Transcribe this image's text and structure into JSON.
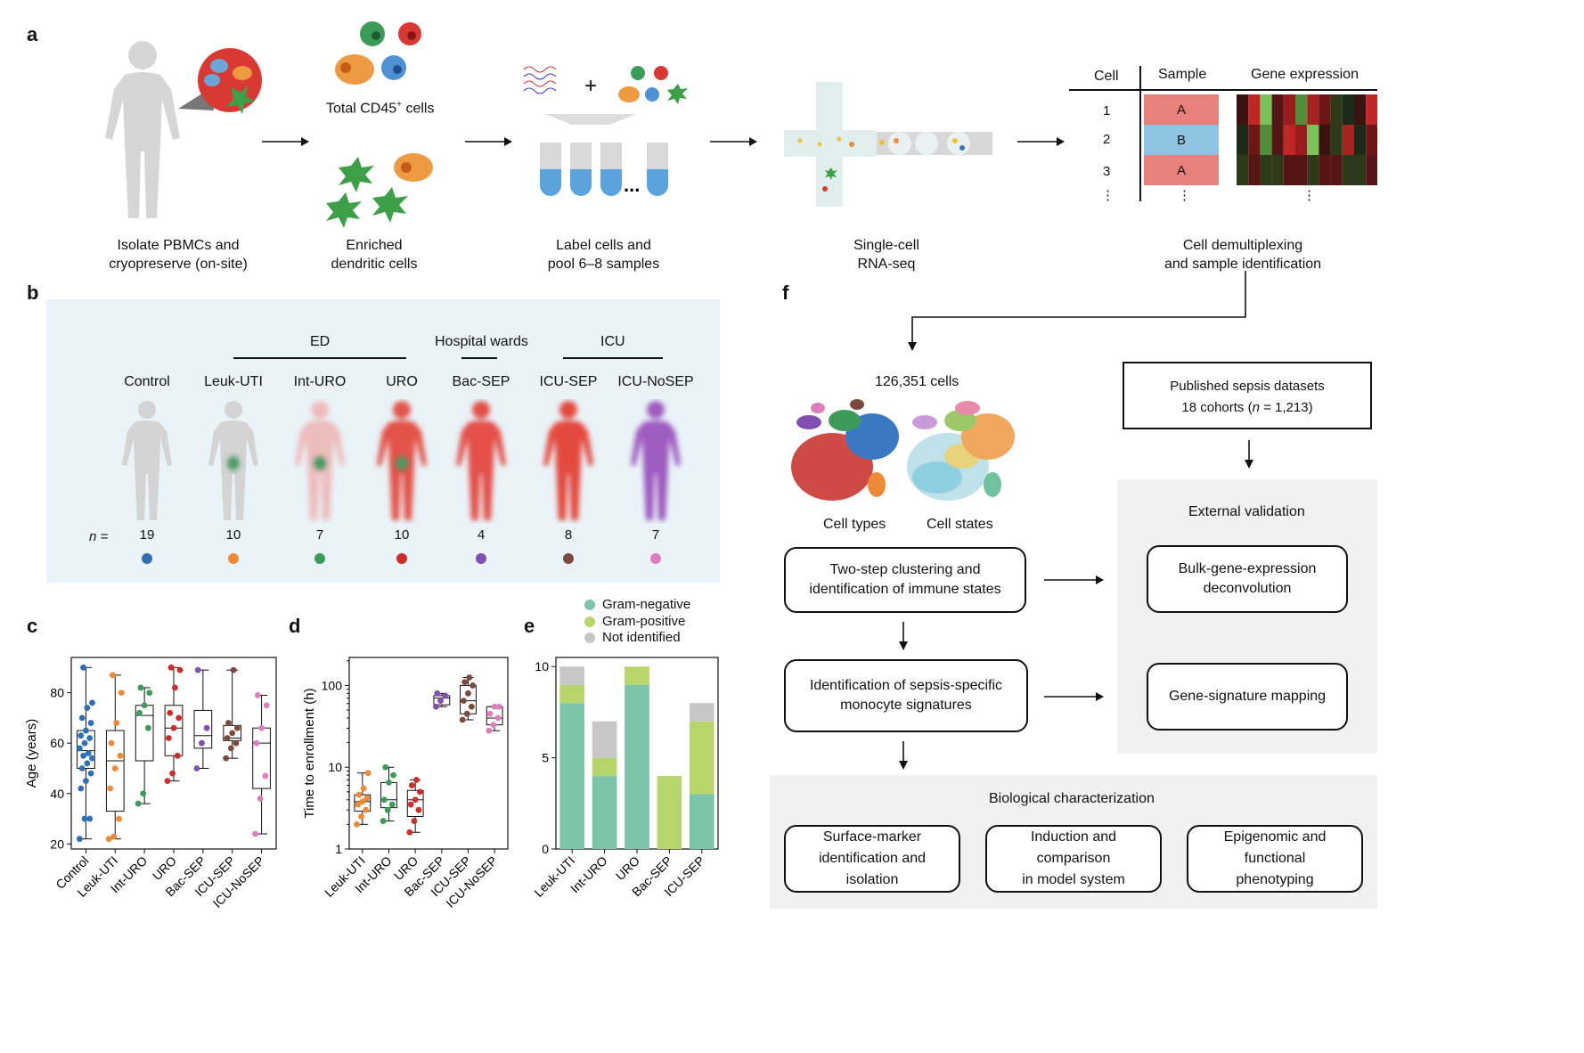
{
  "panels": {
    "a": "a",
    "b": "b",
    "c": "c",
    "d": "d",
    "e": "e",
    "f": "f"
  },
  "panel_a": {
    "step1": [
      "Isolate PBMCs and",
      "cryopreserve (on-site)"
    ],
    "total_cells": "Total CD45",
    "total_cells_sup": "+",
    "total_cells_tail": " cells",
    "step2": [
      "Enriched",
      "dendritic cells"
    ],
    "plus": "+",
    "dots": "...",
    "step3": [
      "Label cells and",
      "pool 6–8 samples"
    ],
    "step4": [
      "Single-cell",
      "RNA-seq"
    ],
    "step5": [
      "Cell demultiplexing",
      "and sample identification"
    ],
    "table": {
      "col_cell": "Cell",
      "col_sample": "Sample",
      "col_gene": "Gene expression",
      "rows": [
        {
          "cell": "1",
          "sample": "A",
          "color": "#e8807b"
        },
        {
          "cell": "2",
          "sample": "B",
          "color": "#8ec3e3"
        },
        {
          "cell": "3",
          "sample": "A",
          "color": "#e8807b"
        }
      ],
      "ellipsis": "⋮"
    }
  },
  "panel_b": {
    "groups": [
      {
        "label": "ED"
      },
      {
        "label": "Hospital wards"
      },
      {
        "label": "ICU"
      }
    ],
    "n_label": "n =",
    "cohorts": [
      {
        "name": "Control",
        "n": "19",
        "color": "#2e6fb7",
        "body": "#d4d4d4",
        "glow": ""
      },
      {
        "name": "Leuk-UTI",
        "n": "10",
        "color": "#ee8a35",
        "body": "#d4d4d4",
        "glow": "#4a9a60"
      },
      {
        "name": "Int-URO",
        "n": "7",
        "color": "#3d9b5a",
        "body": "#eebcbc",
        "glow": "#4a9a60"
      },
      {
        "name": "URO",
        "n": "10",
        "color": "#cf2d2a",
        "body": "#e4524a",
        "glow": "#4a9a60"
      },
      {
        "name": "Bac-SEP",
        "n": "4",
        "color": "#7f4fb1",
        "body": "#e4504a",
        "glow": ""
      },
      {
        "name": "ICU-SEP",
        "n": "8",
        "color": "#7c4a3c",
        "body": "#e44a3e",
        "glow": ""
      },
      {
        "name": "ICU-NoSEP",
        "n": "7",
        "color": "#dd7fbf",
        "body": "#9f5bc0",
        "glow": ""
      }
    ]
  },
  "panel_c": {
    "ylabel": "Age (years)",
    "yticks": [
      20,
      40,
      60,
      80
    ],
    "ylim": [
      18,
      94
    ],
    "categories": [
      "Control",
      "Leuk-UTI",
      "Int-URO",
      "URO",
      "Bac-SEP",
      "ICU-SEP",
      "ICU-NoSEP"
    ],
    "boxes": [
      {
        "q1": 50,
        "med": 57,
        "q3": 65,
        "lo": 22,
        "hi": 90,
        "pts": [
          22,
          30,
          30,
          42,
          45,
          48,
          50,
          52,
          54,
          55,
          56,
          58,
          60,
          62,
          63,
          65,
          68,
          70,
          74,
          76,
          90
        ]
      },
      {
        "q1": 33,
        "med": 53,
        "q3": 65,
        "lo": 22,
        "hi": 87,
        "pts": [
          22,
          23,
          30,
          42,
          50,
          55,
          60,
          68,
          80,
          87
        ]
      },
      {
        "q1": 53,
        "med": 71,
        "q3": 75,
        "lo": 36,
        "hi": 82,
        "pts": [
          36,
          40,
          66,
          72,
          75,
          80,
          82
        ]
      },
      {
        "q1": 55,
        "med": 66,
        "q3": 75,
        "lo": 45,
        "hi": 90,
        "pts": [
          45,
          48,
          55,
          62,
          66,
          70,
          72,
          82,
          89,
          90
        ]
      },
      {
        "q1": 58,
        "med": 63,
        "q3": 73,
        "lo": 50,
        "hi": 89,
        "pts": [
          50,
          60,
          66,
          89
        ]
      },
      {
        "q1": 61,
        "med": 62,
        "q3": 67,
        "lo": 54,
        "hi": 89,
        "pts": [
          54,
          58,
          60,
          62,
          64,
          66,
          68,
          89
        ]
      },
      {
        "q1": 42,
        "med": 60,
        "q3": 66,
        "lo": 24,
        "hi": 79,
        "pts": [
          24,
          38,
          47,
          60,
          66,
          75,
          79
        ]
      }
    ]
  },
  "panel_d": {
    "ylabel": "Time to enrollment (h)",
    "yticks": [
      "1",
      "10",
      "100"
    ],
    "categories": [
      "Leuk-UTI",
      "Int-URO",
      "URO",
      "Bac-SEP",
      "ICU-SEP",
      "ICU-NoSEP"
    ],
    "colors": [
      "#ee8a35",
      "#3d9b5a",
      "#cf2d2a",
      "#7f4fb1",
      "#7c4a3c",
      "#dd7fbf"
    ],
    "boxes": [
      {
        "q1": 2.9,
        "med": 3.8,
        "q3": 4.6,
        "lo": 2,
        "hi": 8.5,
        "pts": [
          2,
          2.5,
          3,
          3.5,
          3.8,
          4.2,
          4.6,
          5.5,
          8.5
        ]
      },
      {
        "q1": 3.2,
        "med": 4,
        "q3": 6.5,
        "lo": 2.2,
        "hi": 10,
        "pts": [
          2.2,
          3,
          3.5,
          4,
          6.5,
          8,
          10
        ]
      },
      {
        "q1": 2.5,
        "med": 4,
        "q3": 5.2,
        "lo": 1.6,
        "hi": 7,
        "pts": [
          1.6,
          2.2,
          3,
          3.5,
          4,
          5,
          6,
          7
        ]
      },
      {
        "q1": 58,
        "med": 70,
        "q3": 75,
        "lo": 55,
        "hi": 80,
        "pts": [
          55,
          65,
          75,
          80
        ]
      },
      {
        "q1": 45,
        "med": 65,
        "q3": 100,
        "lo": 38,
        "hi": 125,
        "pts": [
          38,
          45,
          55,
          65,
          80,
          100,
          110,
          125
        ]
      },
      {
        "q1": 33,
        "med": 40,
        "q3": 55,
        "lo": 28,
        "hi": 55,
        "pts": [
          28,
          33,
          40,
          45,
          55,
          55
        ]
      }
    ]
  },
  "chart_data": {
    "type": "bar",
    "stacked": true,
    "categories": [
      "Leuk-UTI",
      "Int-URO",
      "URO",
      "Bac-SEP",
      "ICU-SEP"
    ],
    "yticks": [
      0,
      5,
      10
    ],
    "ylim": [
      0,
      10.5
    ],
    "series": [
      {
        "name": "Gram-negative",
        "color": "#7cc5aa",
        "values": [
          8,
          4,
          9,
          0,
          3
        ]
      },
      {
        "name": "Gram-positive",
        "color": "#b6d56a",
        "values": [
          1,
          1,
          1,
          4,
          4
        ]
      },
      {
        "name": "Not identified",
        "color": "#c7c7c7",
        "values": [
          1,
          2,
          0,
          0,
          1
        ]
      }
    ]
  },
  "panel_f": {
    "cells_count": "126,351 cells",
    "cell_types": "Cell types",
    "cell_states": "Cell states",
    "published": [
      "Published sepsis datasets",
      "18 cohorts (",
      "n",
      " = 1,213)"
    ],
    "clustering": [
      "Two-step clustering and",
      "identification of immune states"
    ],
    "monocyte": [
      "Identification of sepsis-specific",
      "monocyte signatures"
    ],
    "external": "External validation",
    "bulk": [
      "Bulk-gene-expression",
      "deconvolution"
    ],
    "mapping": "Gene-signature mapping",
    "bio": "Biological characterization",
    "surface": [
      "Surface-marker",
      "identification and isolation"
    ],
    "induction": [
      "Induction and comparison",
      "in model system"
    ],
    "epigenomic": [
      "Epigenomic and functional",
      "phenotyping"
    ]
  }
}
